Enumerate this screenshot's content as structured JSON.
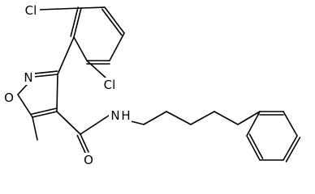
{
  "diagram": {
    "type": "chemical-structure",
    "atom_labels": {
      "cl_top": "Cl",
      "cl_bottom": "Cl",
      "n_ring": "N",
      "o_ring": "O",
      "o_carbonyl": "O",
      "nh": "N",
      "h": "H"
    }
  }
}
